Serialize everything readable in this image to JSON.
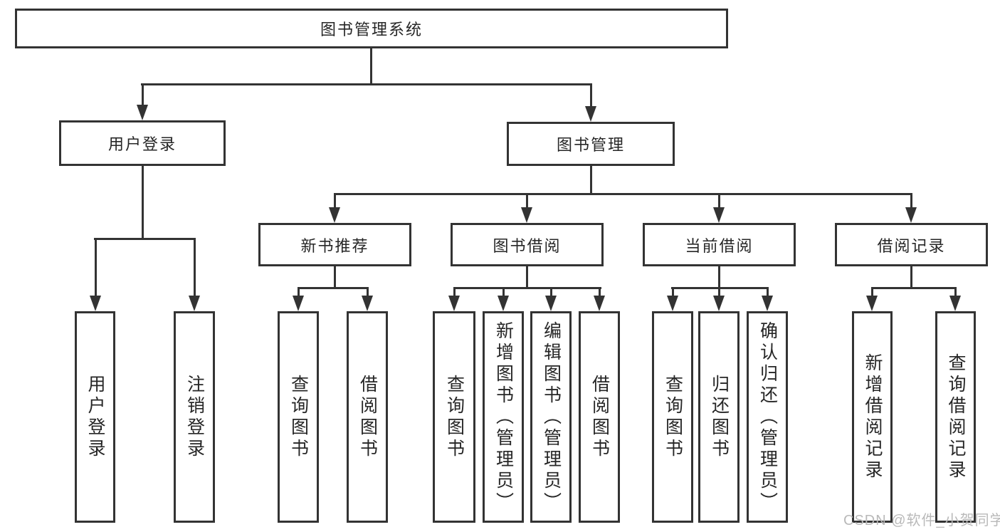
{
  "tree": {
    "root": {
      "label": "图书管理系统"
    },
    "branches": [
      {
        "label": "用户登录",
        "children": [
          {
            "label": "用户登录"
          },
          {
            "label": "注销登录"
          }
        ]
      },
      {
        "label": "图书管理",
        "children": [
          {
            "label": "新书推荐",
            "children": [
              {
                "label": "查询图书"
              },
              {
                "label": "借阅图书"
              }
            ]
          },
          {
            "label": "图书借阅",
            "children": [
              {
                "label": "查询图书"
              },
              {
                "label": "新增图书（管理员）"
              },
              {
                "label": "编辑图书（管理员）"
              },
              {
                "label": "借阅图书"
              }
            ]
          },
          {
            "label": "当前借阅",
            "children": [
              {
                "label": "查询图书"
              },
              {
                "label": "归还图书"
              },
              {
                "label": "确认归还（管理员）"
              }
            ]
          },
          {
            "label": "借阅记录",
            "children": [
              {
                "label": "新增借阅记录"
              },
              {
                "label": "查询借阅记录"
              }
            ]
          }
        ]
      }
    ]
  },
  "watermark": {
    "text": "CSDN @软件_小贺同学"
  },
  "colors": {
    "line": "#333333",
    "box_border": "#333333",
    "text": "#262626",
    "background": "#ffffff",
    "watermark": "#b9b9b9"
  }
}
